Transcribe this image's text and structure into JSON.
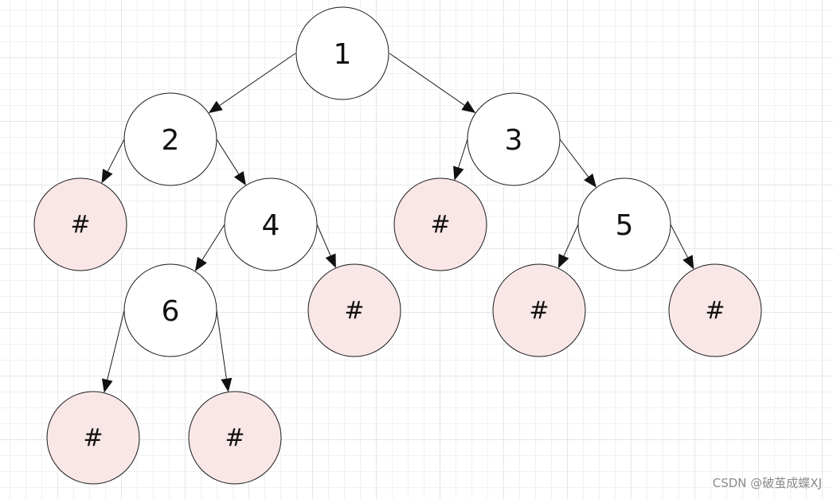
{
  "diagram": {
    "type": "binary-tree",
    "colors": {
      "node_fill": "#ffffff",
      "null_fill": "#f8e7e6",
      "stroke": "#1a1a1a",
      "text": "#111111",
      "grid": "#e6e6e6"
    },
    "nodes": [
      {
        "id": "n1",
        "label": "1",
        "kind": "value"
      },
      {
        "id": "n2",
        "label": "2",
        "kind": "value"
      },
      {
        "id": "n3",
        "label": "3",
        "kind": "value"
      },
      {
        "id": "h2l",
        "label": "#",
        "kind": "null"
      },
      {
        "id": "n4",
        "label": "4",
        "kind": "value"
      },
      {
        "id": "h3l",
        "label": "#",
        "kind": "null"
      },
      {
        "id": "n5",
        "label": "5",
        "kind": "value"
      },
      {
        "id": "n6",
        "label": "6",
        "kind": "value"
      },
      {
        "id": "h4r",
        "label": "#",
        "kind": "null"
      },
      {
        "id": "h5l",
        "label": "#",
        "kind": "null"
      },
      {
        "id": "h5r",
        "label": "#",
        "kind": "null"
      },
      {
        "id": "h6l",
        "label": "#",
        "kind": "null"
      },
      {
        "id": "h6r",
        "label": "#",
        "kind": "null"
      }
    ],
    "edges": [
      {
        "from": "n1",
        "to": "n2"
      },
      {
        "from": "n1",
        "to": "n3"
      },
      {
        "from": "n2",
        "to": "h2l"
      },
      {
        "from": "n2",
        "to": "n4"
      },
      {
        "from": "n3",
        "to": "h3l"
      },
      {
        "from": "n3",
        "to": "n5"
      },
      {
        "from": "n4",
        "to": "n6"
      },
      {
        "from": "n4",
        "to": "h4r"
      },
      {
        "from": "n5",
        "to": "h5l"
      },
      {
        "from": "n5",
        "to": "h5r"
      },
      {
        "from": "n6",
        "to": "h6l"
      },
      {
        "from": "n6",
        "to": "h6r"
      }
    ]
  },
  "watermark": {
    "text": "CSDN @破茧成蝶XJ"
  }
}
